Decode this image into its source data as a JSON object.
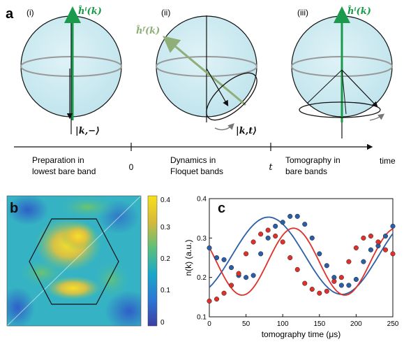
{
  "panel_a": {
    "letter": "a",
    "spheres": [
      {
        "tag": "(i)",
        "vector_label": "ĥⁱ(k)",
        "state_label": "|k,−⟩"
      },
      {
        "tag": "(ii)",
        "vector_label": "ĥᶠ(k)",
        "state_label": "|k,t⟩"
      },
      {
        "tag": "(iii)",
        "vector_label": "ĥⁱ(k)"
      }
    ],
    "timeline": {
      "ticks": [
        "0",
        "t"
      ],
      "axis_label": "time",
      "phases": [
        {
          "line1": "Preparation in",
          "line2": "lowest bare band"
        },
        {
          "line1": "Dynamics in",
          "line2": "Floquet bands"
        },
        {
          "line1": "Tomography in",
          "line2": "bare bands"
        }
      ]
    }
  },
  "panel_b": {
    "letter": "b",
    "colorbar_ticks": [
      "0.4",
      "0.3",
      "0.2",
      "0.1",
      "0"
    ]
  },
  "panel_c": {
    "letter": "c",
    "colors": {
      "blue": "#2a5fa8",
      "red": "#e0302a"
    }
  },
  "chart_data": {
    "type": "scatter",
    "xlabel": "tomography time (μs)",
    "ylabel": "n(k) (a.u.)",
    "xlim": [
      0,
      250
    ],
    "ylim": [
      0.1,
      0.4
    ],
    "xticks": [
      0,
      50,
      100,
      150,
      200,
      250
    ],
    "yticks": [
      0.1,
      0.2,
      0.3,
      0.4
    ],
    "series": [
      {
        "color": "#2a5fa8",
        "x": [
          0,
          10,
          20,
          30,
          40,
          50,
          60,
          70,
          80,
          90,
          100,
          110,
          120,
          130,
          140,
          150,
          160,
          170,
          180,
          190,
          200,
          210,
          220,
          230,
          240,
          250
        ],
        "y": [
          0.275,
          0.25,
          0.245,
          0.225,
          0.205,
          0.2,
          0.205,
          0.26,
          0.3,
          0.33,
          0.34,
          0.355,
          0.355,
          0.335,
          0.3,
          0.26,
          0.23,
          0.2,
          0.18,
          0.18,
          0.195,
          0.24,
          0.27,
          0.28,
          0.305,
          0.33
        ],
        "fit": {
          "mean": 0.255,
          "amp": 0.098,
          "period": 200,
          "phase_deg": -55
        }
      },
      {
        "color": "#e0302a",
        "x": [
          0,
          10,
          20,
          30,
          40,
          50,
          60,
          70,
          80,
          90,
          100,
          110,
          120,
          130,
          140,
          150,
          160,
          170,
          180,
          190,
          200,
          210,
          220,
          230,
          240,
          250
        ],
        "y": [
          0.14,
          0.145,
          0.16,
          0.18,
          0.21,
          0.26,
          0.29,
          0.31,
          0.32,
          0.305,
          0.29,
          0.25,
          0.22,
          0.185,
          0.17,
          0.16,
          0.165,
          0.19,
          0.2,
          0.24,
          0.275,
          0.3,
          0.305,
          0.29,
          0.27,
          0.26
        ],
        "fit": {
          "mean": 0.24,
          "amp": 0.085,
          "period": 140,
          "phase_deg": 155
        }
      }
    ]
  }
}
